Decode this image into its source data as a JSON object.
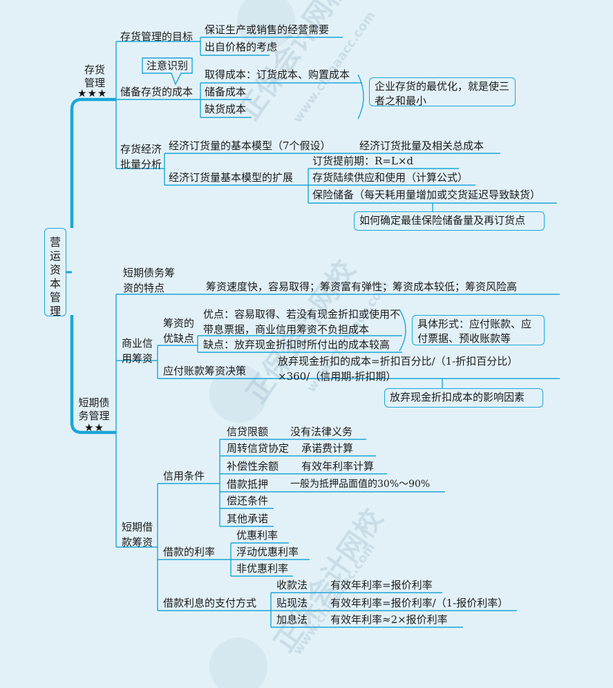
{
  "root": "营运资本管理",
  "inventory": {
    "title": "存货管理",
    "stars": "★★★",
    "goal": {
      "label": "存货管理的目标",
      "items": [
        "保证生产或销售的经营需要",
        "出自价格的考虑"
      ]
    },
    "note": "注意识别",
    "cost": {
      "label": "储备存货的成本",
      "items": [
        "取得成本：订货成本、购置成本",
        "储备成本",
        "缺货成本"
      ]
    },
    "cost_summary": "企业存货的最优化，就是使三者之和最小",
    "eoq": {
      "label": "存货经济批量分析",
      "basic_model": "经济订货量的基本模型（7个假设）",
      "basic_result": "经济订货批量及相关总成本",
      "extension": "经济订货量基本模型的扩展",
      "ext_items": [
        "订货提前期：R=L×d",
        "存货陆续供应和使用（计算公式）",
        "保险储备（每天耗用量增加或交货延迟导致缺货）"
      ],
      "ext_note": "如何确定最佳保险储备量及再订货点"
    }
  },
  "short_term": {
    "title": "短期债务管理",
    "stars": "★★",
    "features": {
      "label": "短期债务筹资的特点",
      "text": "筹资速度快，容易取得；筹资富有弹性；筹资成本较低；筹资风险高"
    },
    "trade_credit": {
      "label": "商业信用筹资",
      "pros_cons_label": "筹资的优缺点",
      "pros": "优点：容易取得、若没有现金折扣或使用不带息票据，商业信用筹资不负担成本",
      "cons": "缺点：放弃现金折扣时所付出的成本较高",
      "forms": "具体形式：应付账款、应付票据、预收账款等",
      "decision_label": "应付账款筹资决策",
      "decision_formula": "放弃现金折扣的成本=折扣百分比/（1-折扣百分比）×360/（信用期-折扣期）",
      "decision_note": "放弃现金折扣成本的影响因素"
    },
    "loans": {
      "label": "短期借款筹资",
      "credit_terms_label": "信用条件",
      "credit_terms": [
        {
          "name": "信贷限额",
          "desc": "没有法律义务"
        },
        {
          "name": "周转信贷协定",
          "desc": "承诺费计算"
        },
        {
          "name": "补偿性余额",
          "desc": "有效年利率计算"
        },
        {
          "name": "借款抵押",
          "desc": "一般为抵押品面值的30%～90%"
        },
        {
          "name": "偿还条件",
          "desc": ""
        },
        {
          "name": "其他承诺",
          "desc": ""
        }
      ],
      "rate_label": "借款的利率",
      "rates": [
        "优惠利率",
        "浮动优惠利率",
        "非优惠利率"
      ],
      "payment_label": "借款利息的支付方式",
      "payments": [
        {
          "name": "收款法",
          "desc": "有效年利率=报价利率"
        },
        {
          "name": "贴现法",
          "desc": "有效年利率=报价利率/（1-报价利率）"
        },
        {
          "name": "加息法",
          "desc": "有效年利率≈2×报价利率"
        }
      ]
    }
  },
  "watermarks": [
    "正保会计网校",
    "www.chinaacc.com"
  ],
  "colors": {
    "line": "#1aa6d8",
    "background": "#e2f1f7"
  }
}
